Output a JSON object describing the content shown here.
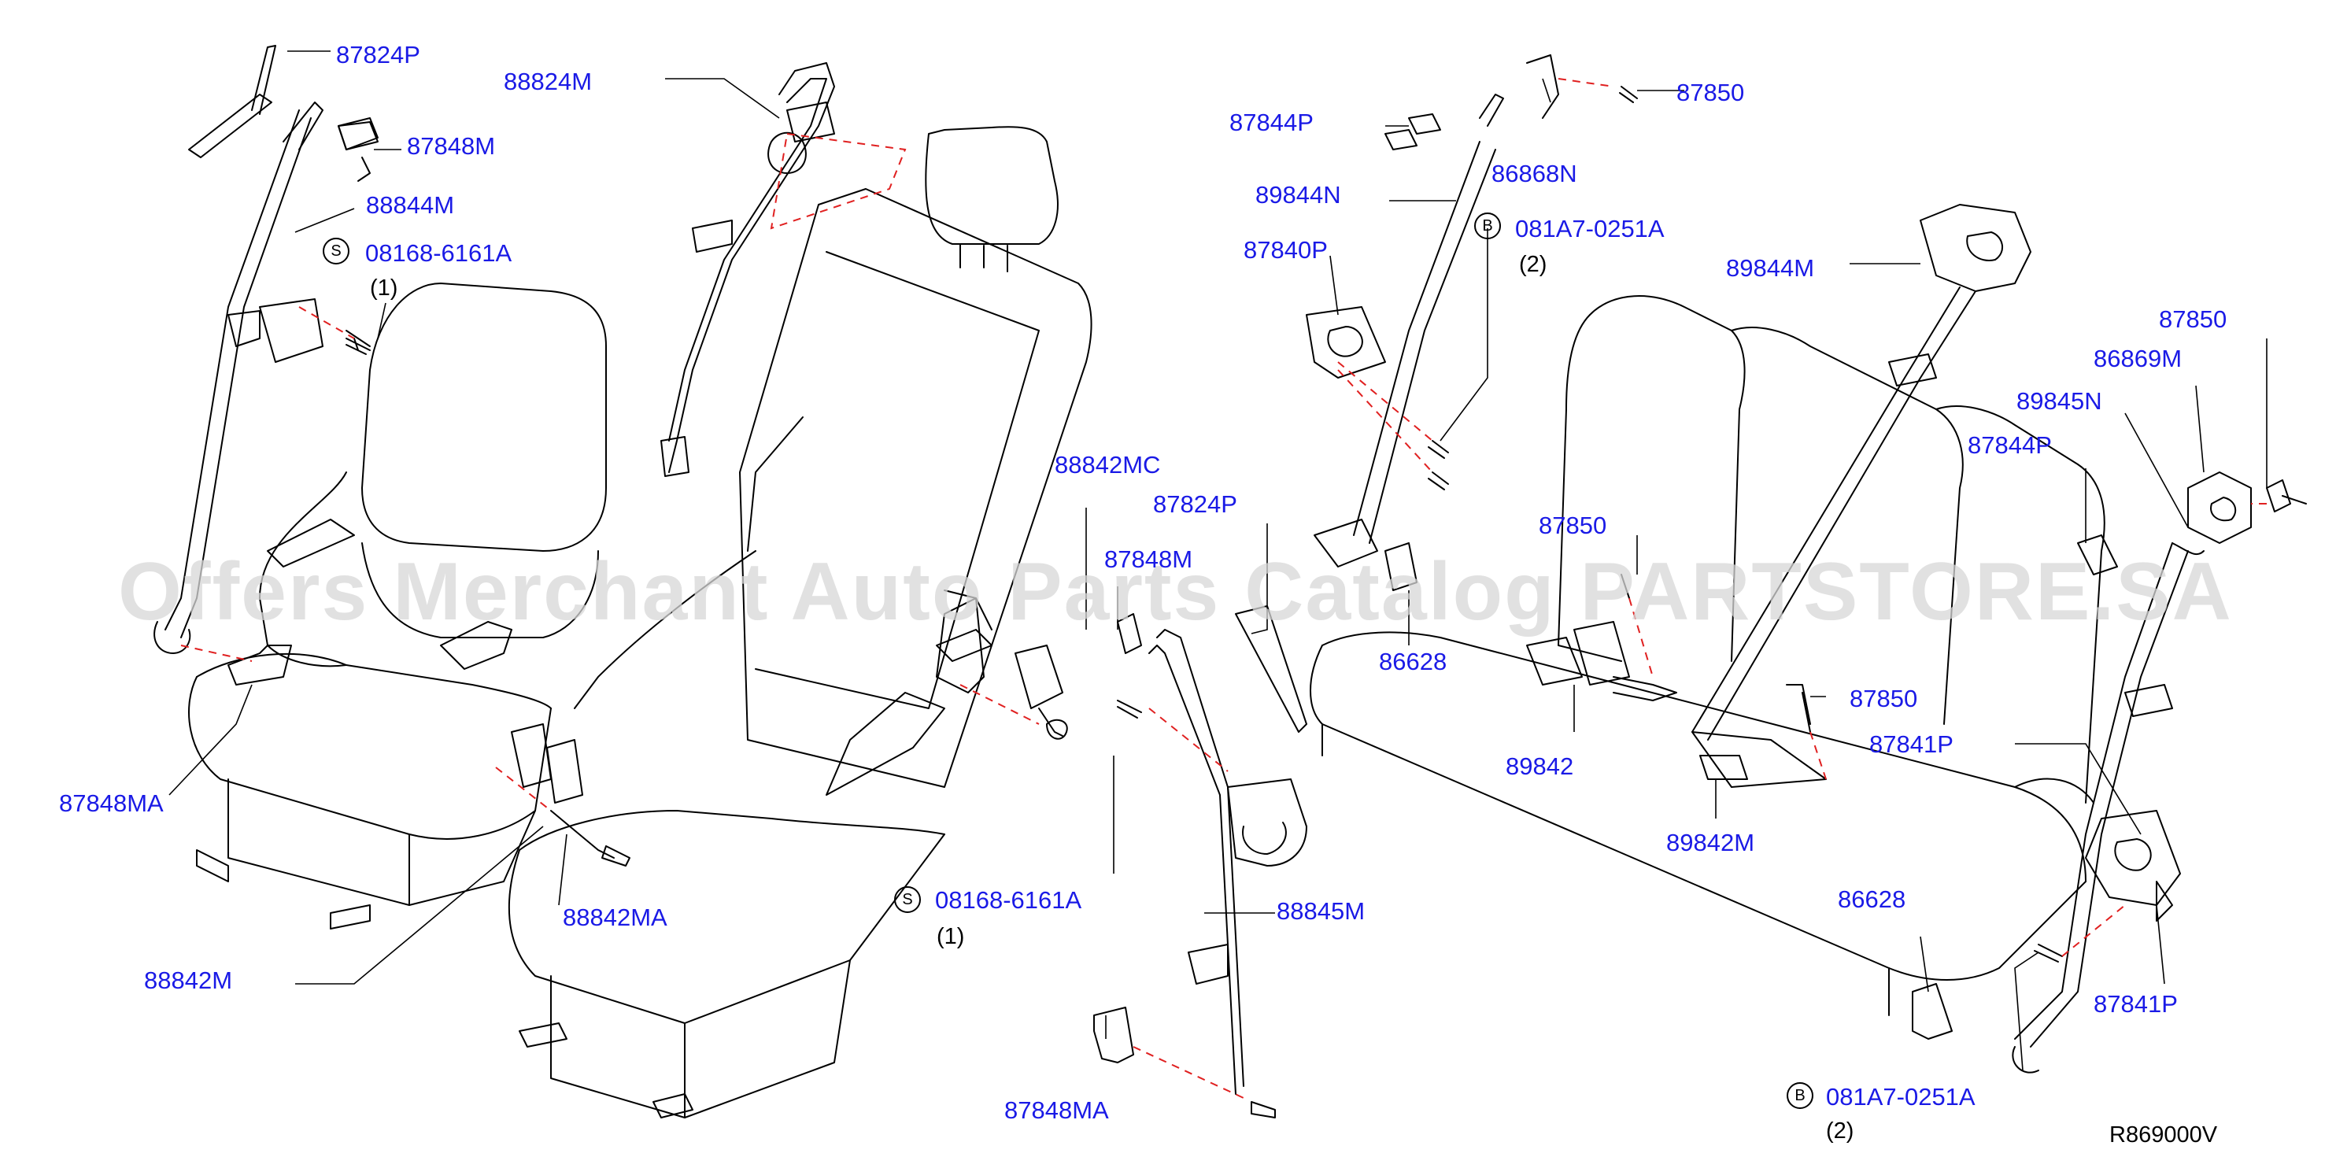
{
  "labels": {
    "l87824P_a": "87824P",
    "l88824M": "88824M",
    "l87848M_a": "87848M",
    "l88844M": "88844M",
    "l08168_a": "08168-6161A",
    "q1_a": "(1)",
    "l87848MA_a": "87848MA",
    "l88842MA": "88842MA",
    "l88842M": "88842M",
    "l88842MC": "88842MC",
    "l87824P_b": "87824P",
    "l87848M_b": "87848M",
    "l08168_b": "08168-6161A",
    "q1_b": "(1)",
    "l88845M": "88845M",
    "l87848MA_b": "87848MA",
    "l87844P_a": "87844P",
    "l89844N": "89844N",
    "l87840P": "87840P",
    "l87850_a": "87850",
    "l86868N": "86868N",
    "l081A7_a": "081A7-0251A",
    "q2_a": "(2)",
    "l86628_a": "86628",
    "l87850_b": "87850",
    "l89842": "89842",
    "l89844M": "89844M",
    "l87850_c": "87850",
    "l89842M": "89842M",
    "l87850_d": "87850",
    "l86869M": "86869M",
    "l89845N": "89845N",
    "l87844P_b": "87844P",
    "l87841P_a": "87841P",
    "l86628_b": "86628",
    "l87841P_b": "87841P",
    "l081A7_b": "081A7-0251A",
    "q2_b": "(2)"
  },
  "badges": {
    "s": "S",
    "b": "B"
  },
  "diagram_code": "R869000V",
  "watermark": "Offers Merchant Auto Parts Catalog PARTSTORE.SA",
  "colors": {
    "label": "#1a1ae6",
    "line": "#000000",
    "dashed": "#e02020",
    "watermark": "#d7d7d7"
  }
}
